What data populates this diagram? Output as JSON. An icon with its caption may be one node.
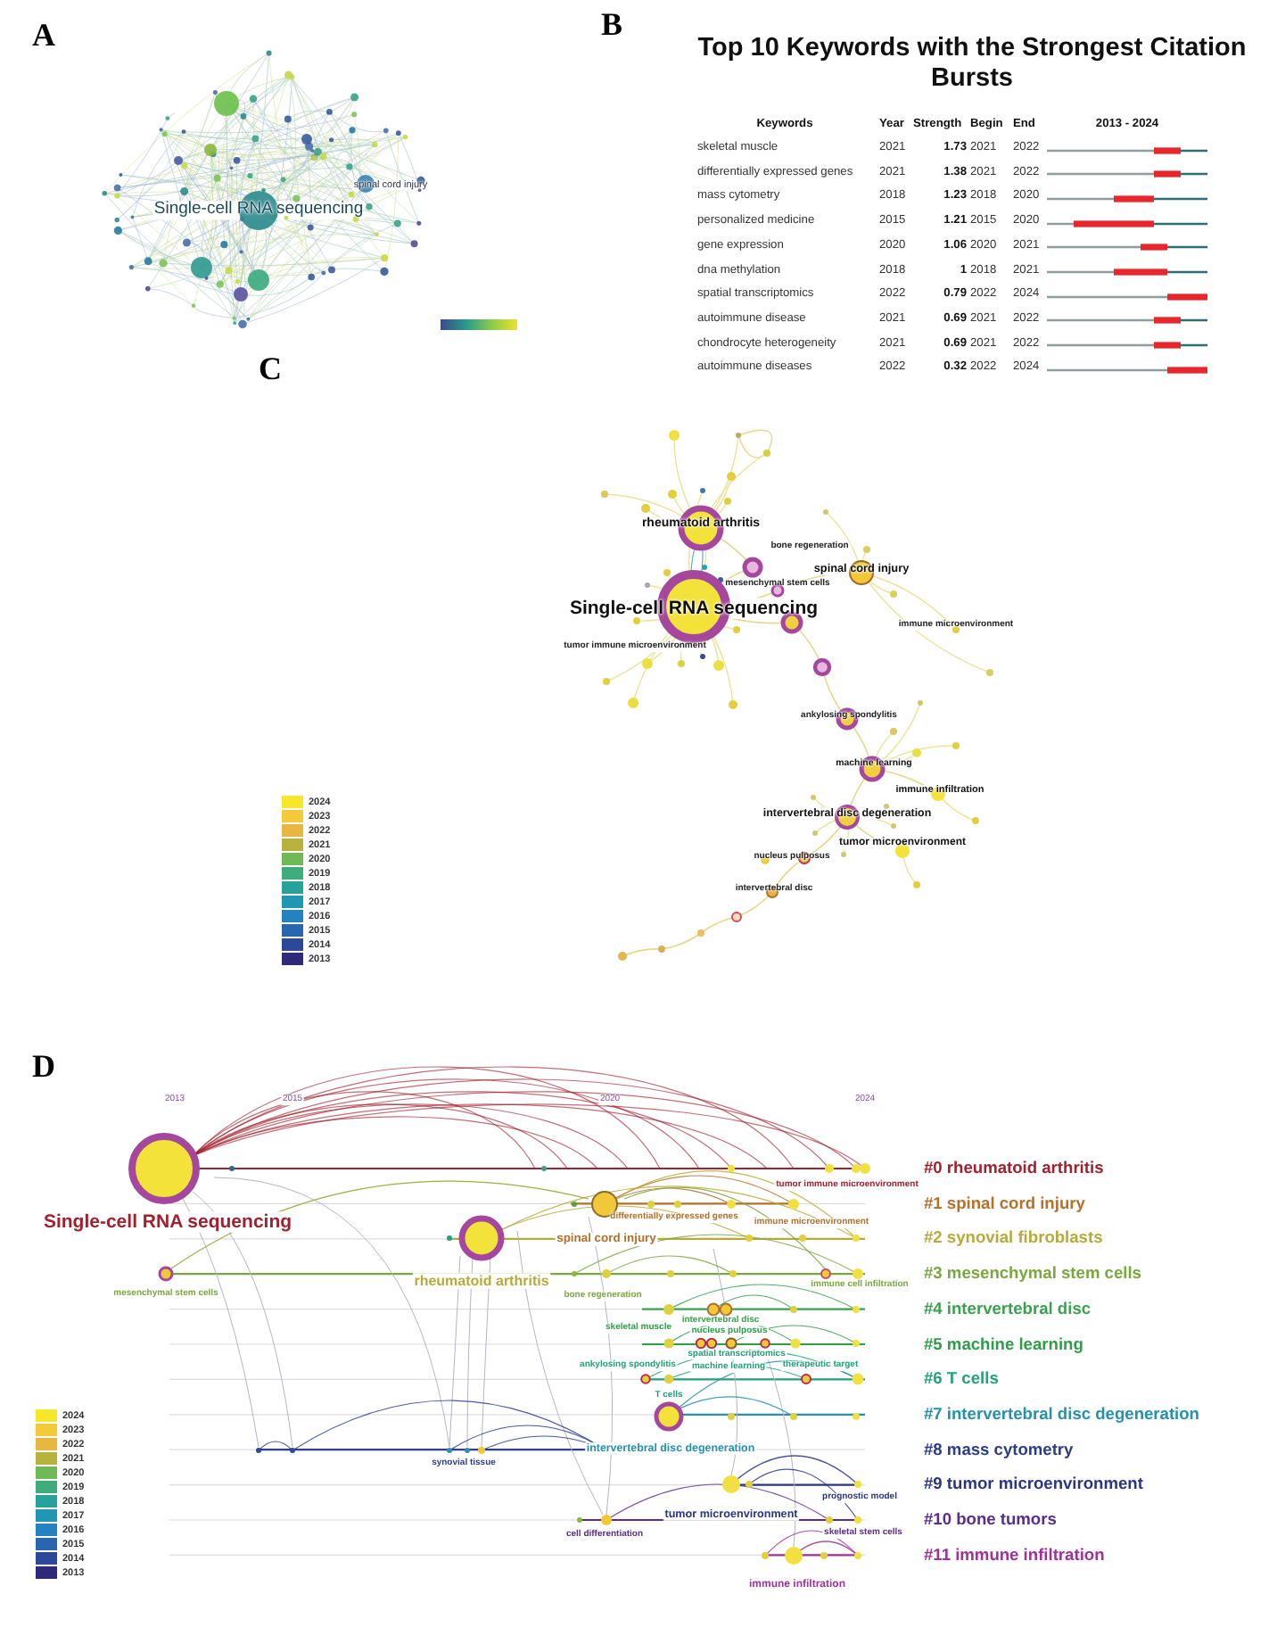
{
  "diagram": {
    "labels": [
      "A",
      "Single-cell RNA sequencing",
      "spinal cord injury",
      "B",
      "Top 10 Keywords with the Strongest Citation Bursts",
      "Keywords",
      "Year",
      "Strength",
      "Begin",
      "End",
      "2013 - 2024",
      "skeletal muscle",
      "2021",
      "1.73",
      "2021",
      "2022",
      "differentially expressed genes",
      "2021",
      "1.38",
      "2021",
      "2022",
      "mass cytometry",
      "2018",
      "1.23",
      "2018",
      "2020",
      "personalized medicine",
      "2015",
      "1.21",
      "2015",
      "2020",
      "gene expression",
      "2020",
      "1.06",
      "2020",
      "2021",
      "dna methylation",
      "2018",
      "1",
      "2018",
      "2021",
      "spatial transcriptomics",
      "2022",
      "0.79",
      "2022",
      "2024",
      "autoimmune disease",
      "2021",
      "0.69",
      "2021",
      "2022",
      "chondrocyte heterogeneity",
      "2021",
      "0.69",
      "2021",
      "2022",
      "autoimmune diseases",
      "2022",
      "0.32",
      "2022",
      "2024",
      "C",
      "rheumatoid arthritis",
      "bone regeneration",
      "spinal cord injury",
      "mesenchymal stem cells",
      "Single-cell RNA sequencing",
      "immune microenvironment",
      "tumor immune microenvironment",
      "ankylosing spondylitis",
      "machine learning",
      "immune infiltration",
      "intervertebral disc degeneration",
      "tumor microenvironment",
      "nucleus pulposus",
      "intervertebral disc",
      "D",
      "2013",
      "2015",
      "2020",
      "2024",
      "Single-cell RNA sequencing",
      "tumor immune microenvironment",
      "differentially expressed genes",
      "immune microenvironment",
      "spinal cord injury",
      "rheumatoid arthritis",
      "mesenchymal stem cells",
      "bone regeneration",
      "immune cell infiltration",
      "skeletal muscle",
      "intervertebral disc",
      "nucleus pulposus",
      "spatial transcriptomics",
      "ankylosing spondylitis",
      "machine learning",
      "therapeutic target",
      "T cells",
      "intervertebral disc degeneration",
      "synovial tissue",
      "prognostic model",
      "tumor microenvironment",
      "cell differentiation",
      "skeletal stem cells",
      "immune infiltration",
      "#0 rheumatoid arthritis",
      "#1 spinal cord injury",
      "#2 synovial fibroblasts",
      "#3 mesenchymal stem cells",
      "#4 intervertebral disc",
      "#5 machine learning",
      "#6 T cells",
      "#7 intervertebral disc degeneration",
      "#8 mass cytometry",
      "#9 tumor microenvironment",
      "#10 bone tumors",
      "#11 immune infiltration"
    ],
    "legend": [
      {
        "text": "2024",
        "color": "#f7e72a"
      },
      {
        "text": "2023",
        "color": "#f4c93a"
      },
      {
        "text": "2022",
        "color": "#e9b640"
      },
      {
        "text": "2021",
        "color": "#b8b23c"
      },
      {
        "text": "2020",
        "color": "#6fba57"
      },
      {
        "text": "2019",
        "color": "#3eac7c"
      },
      {
        "text": "2018",
        "color": "#27a29a"
      },
      {
        "text": "2017",
        "color": "#1f96b4"
      },
      {
        "text": "2016",
        "color": "#2582c0"
      },
      {
        "text": "2015",
        "color": "#2a66b0"
      },
      {
        "text": "2014",
        "color": "#2c4896"
      },
      {
        "text": "2013",
        "color": "#2d2a7a"
      },
      {
        "text": "2024",
        "color": "#f7e72a"
      },
      {
        "text": "2023",
        "color": "#f4c93a"
      },
      {
        "text": "2022",
        "color": "#e9b640"
      },
      {
        "text": "2021",
        "color": "#b8b23c"
      },
      {
        "text": "2020",
        "color": "#6fba57"
      },
      {
        "text": "2019",
        "color": "#3eac7c"
      },
      {
        "text": "2018",
        "color": "#27a29a"
      },
      {
        "text": "2017",
        "color": "#1f96b4"
      },
      {
        "text": "2016",
        "color": "#2582c0"
      },
      {
        "text": "2015",
        "color": "#2a66b0"
      },
      {
        "text": "2014",
        "color": "#2c4896"
      },
      {
        "text": "2013",
        "color": "#2d2a7a"
      }
    ]
  }
}
